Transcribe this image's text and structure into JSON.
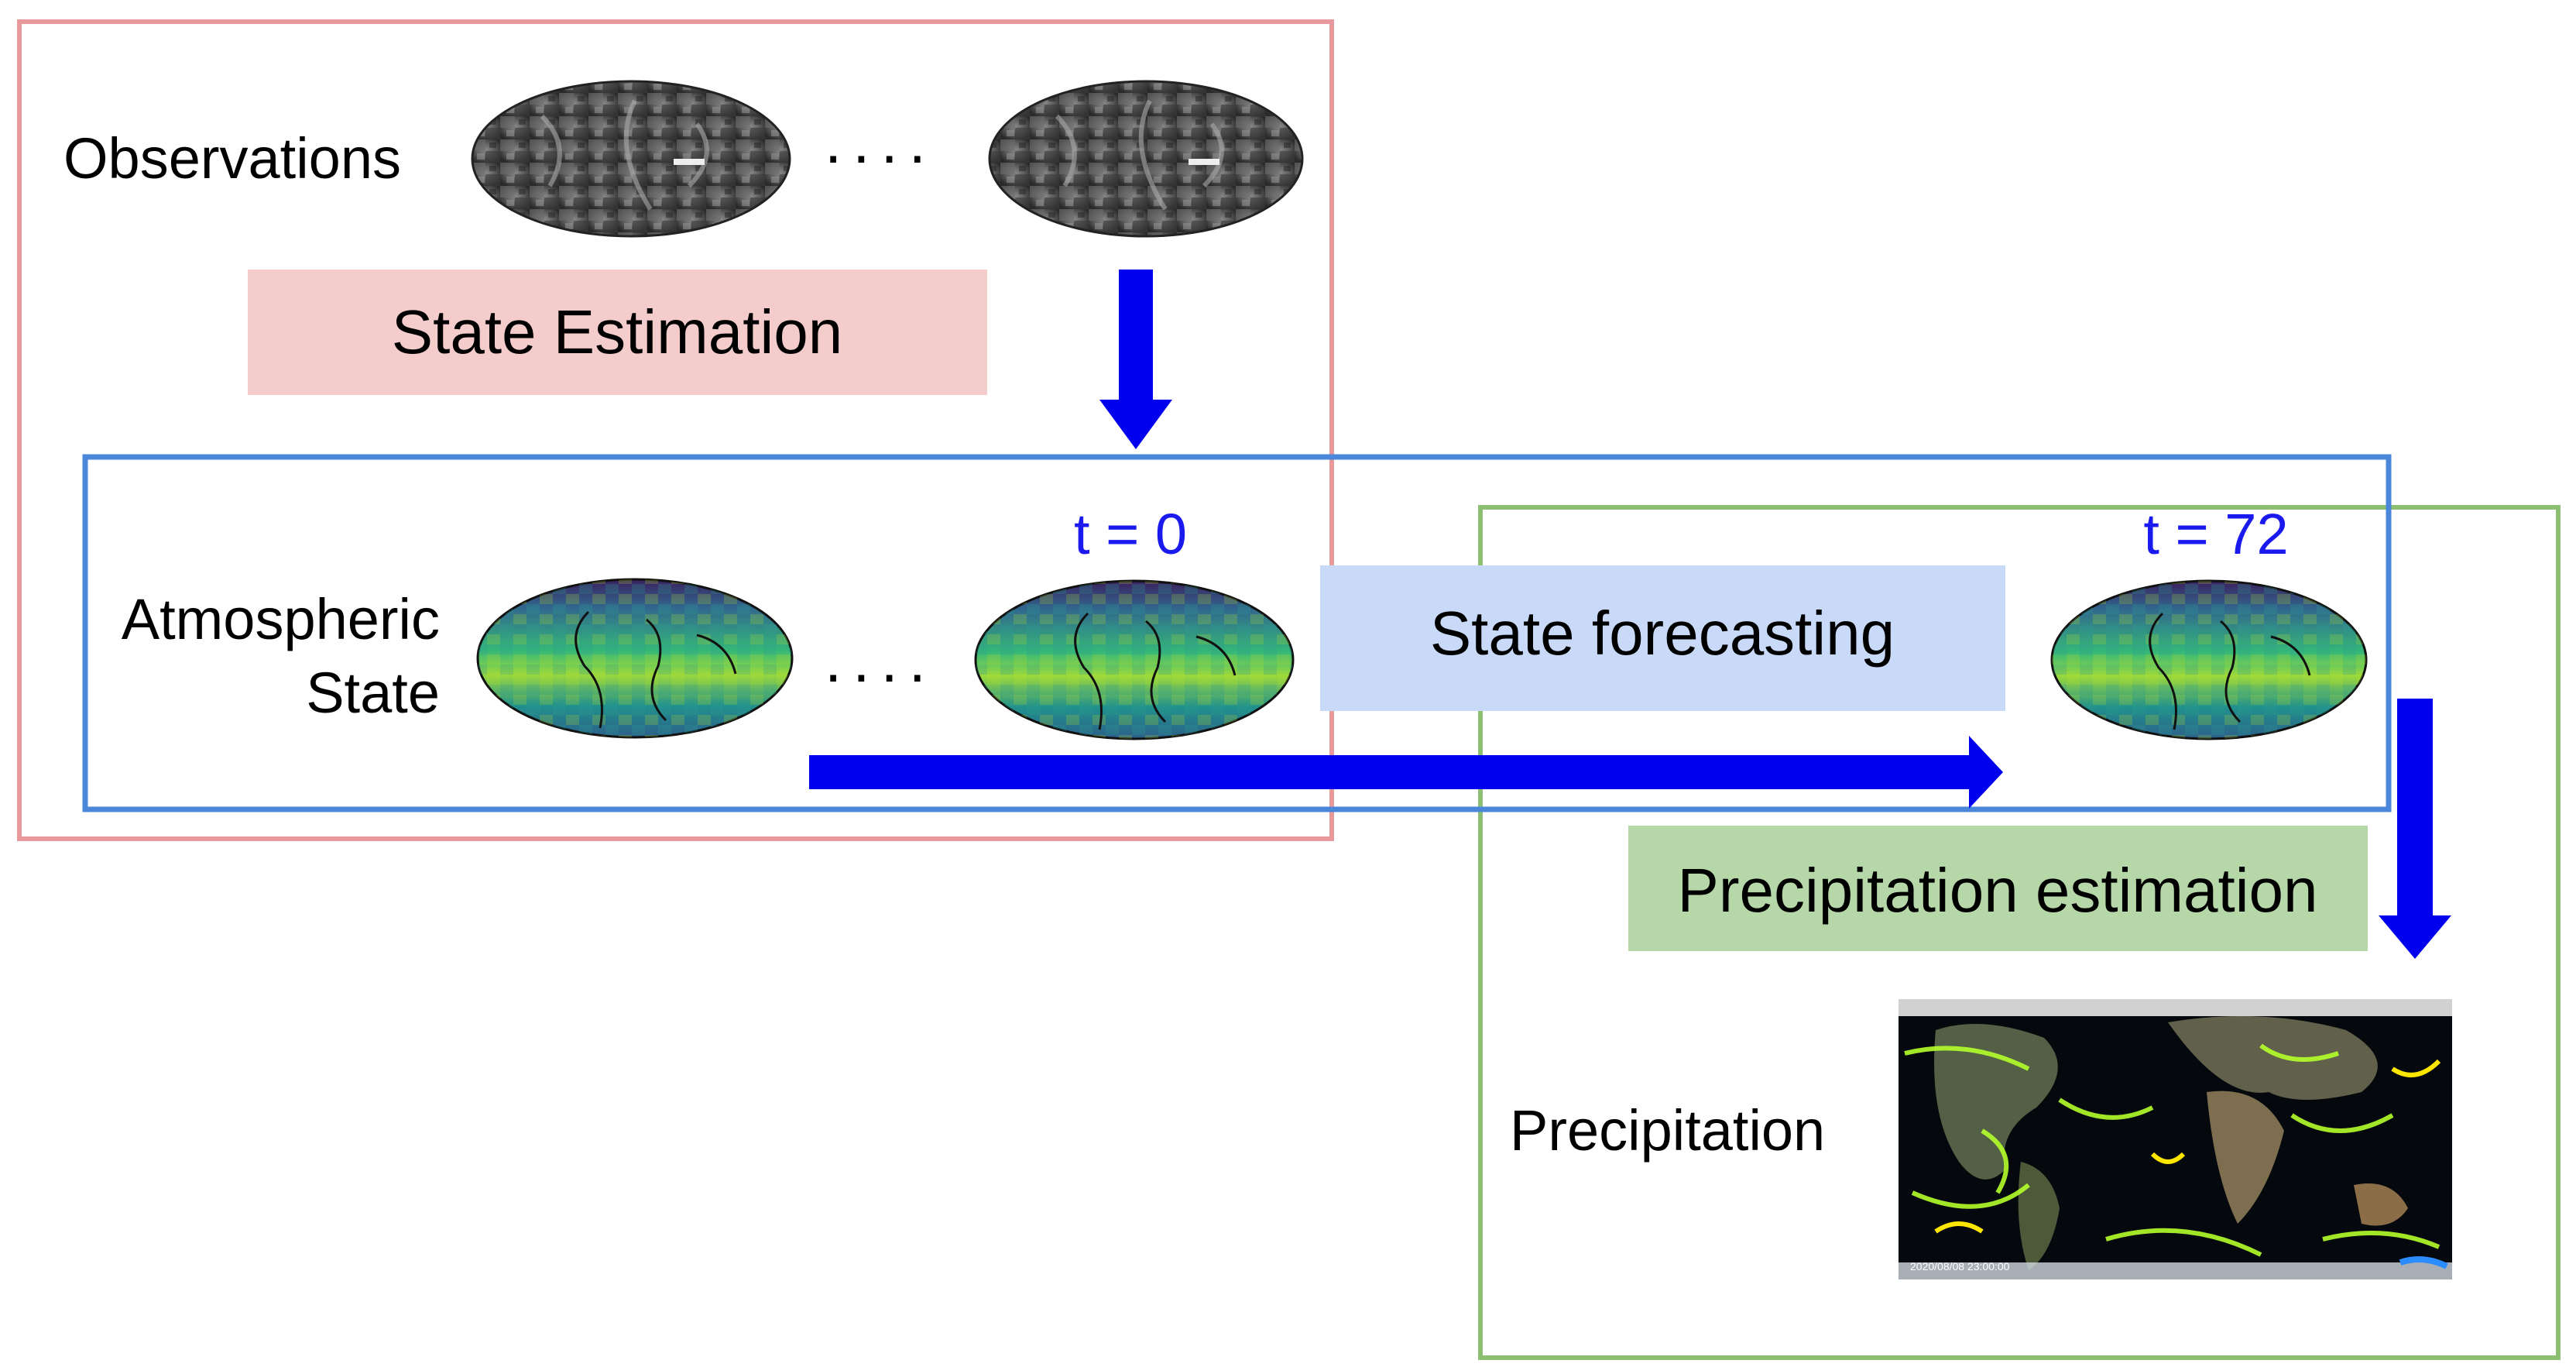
{
  "labels": {
    "observations": "Observations",
    "atmospheric_line1": "Atmospheric",
    "atmospheric_line2": "State",
    "precipitation": "Precipitation",
    "ellipsis_top": "....",
    "ellipsis_mid": "....",
    "t0": "t = 0",
    "t72": "t = 72",
    "timestamp": "2020/08/08 23:00:00"
  },
  "stages": {
    "state_estimation": "State Estimation",
    "state_forecasting": "State forecasting",
    "precipitation_estimation": "Precipitation estimation"
  },
  "colors": {
    "red_frame": "#e8999b",
    "blue_frame": "#4a86d9",
    "green_frame": "#8dbf72",
    "state_estimation_fill": "#f4cccc",
    "state_forecasting_fill": "#c9daf8",
    "precip_estimation_fill": "#b6d7a8",
    "arrow": "#0000ee",
    "time_label": "#1a1aee"
  },
  "icons": {
    "observation_map": "grayscale-globe-map-icon",
    "atmosphere_map": "viridis-globe-map-icon",
    "precip_map": "satellite-precipitation-map-icon"
  }
}
